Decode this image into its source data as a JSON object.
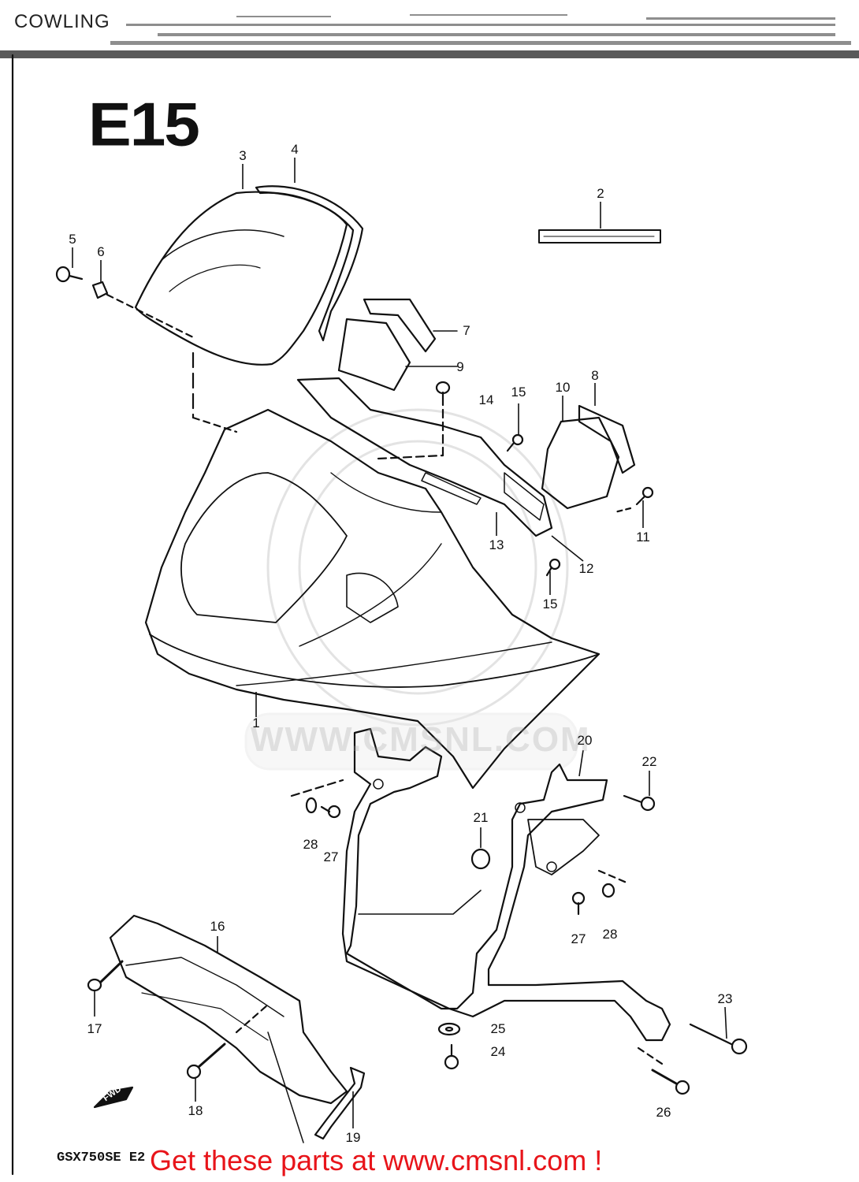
{
  "header": {
    "title": "COWLING"
  },
  "section_code": "E15",
  "model_code": "GSX750SE E2",
  "promo_text": "Get these parts at www.cmsnl.com !",
  "watermark": "WWW.CMSNL.COM",
  "fwd_label": "FWD",
  "colors": {
    "line": "#111111",
    "promo": "#e8141a",
    "watermark": "#a0a0a0"
  },
  "callouts": [
    {
      "id": "1",
      "label": "1"
    },
    {
      "id": "2",
      "label": "2"
    },
    {
      "id": "3",
      "label": "3"
    },
    {
      "id": "4",
      "label": "4"
    },
    {
      "id": "5",
      "label": "5"
    },
    {
      "id": "6",
      "label": "6"
    },
    {
      "id": "7",
      "label": "7"
    },
    {
      "id": "8",
      "label": "8"
    },
    {
      "id": "9",
      "label": "9"
    },
    {
      "id": "10",
      "label": "10"
    },
    {
      "id": "11",
      "label": "11"
    },
    {
      "id": "12",
      "label": "12"
    },
    {
      "id": "13",
      "label": "13"
    },
    {
      "id": "14",
      "label": "14"
    },
    {
      "id": "15a",
      "label": "15"
    },
    {
      "id": "15b",
      "label": "15"
    },
    {
      "id": "16",
      "label": "16"
    },
    {
      "id": "17",
      "label": "17"
    },
    {
      "id": "18",
      "label": "18"
    },
    {
      "id": "19",
      "label": "19"
    },
    {
      "id": "20",
      "label": "20"
    },
    {
      "id": "21",
      "label": "21"
    },
    {
      "id": "22",
      "label": "22"
    },
    {
      "id": "23",
      "label": "23"
    },
    {
      "id": "24",
      "label": "24"
    },
    {
      "id": "25",
      "label": "25"
    },
    {
      "id": "26",
      "label": "26"
    },
    {
      "id": "27a",
      "label": "27"
    },
    {
      "id": "27b",
      "label": "27"
    },
    {
      "id": "28a",
      "label": "28"
    },
    {
      "id": "28b",
      "label": "28"
    }
  ]
}
